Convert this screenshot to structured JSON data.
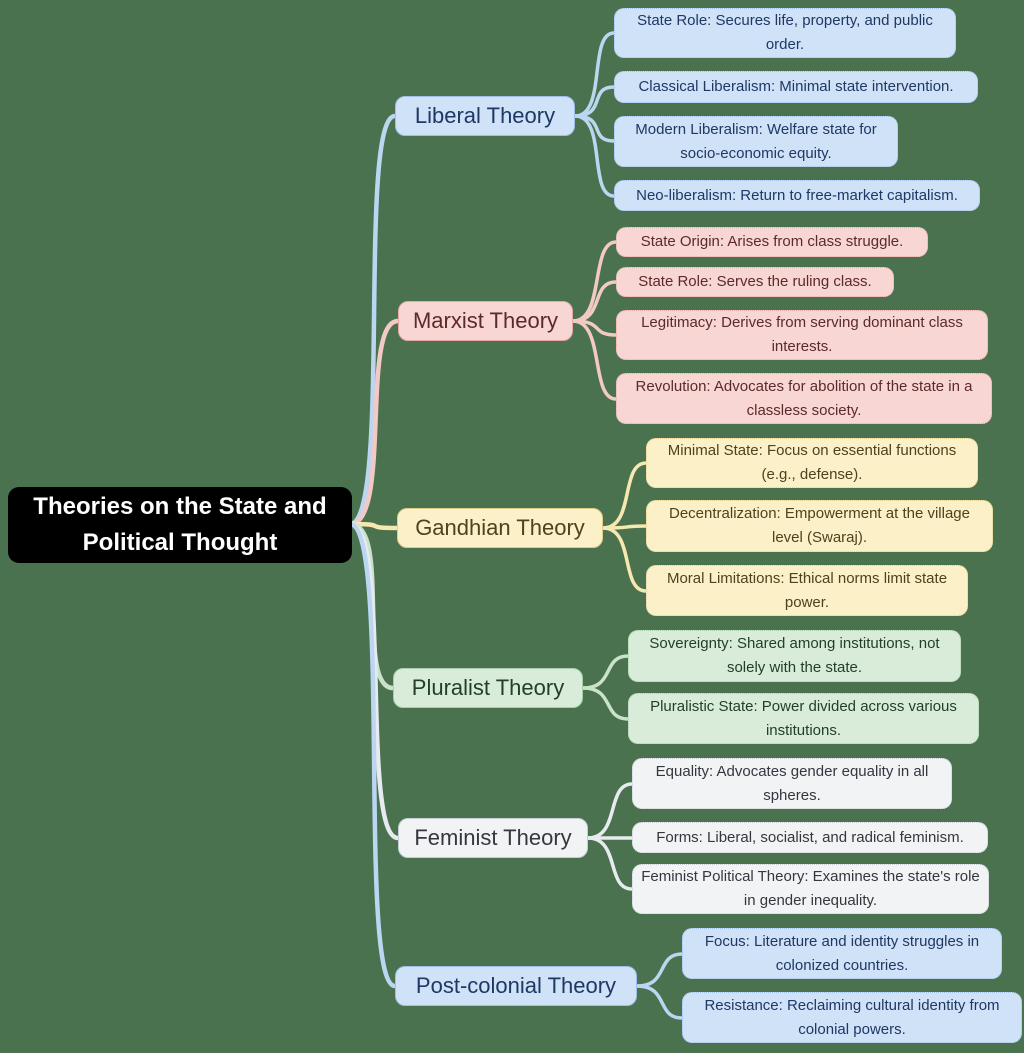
{
  "background_color": "#4a724f",
  "root": {
    "label": "Theories on the State and Political Thought",
    "fill": "#000000",
    "text_color": "#ffffff"
  },
  "branches": [
    {
      "label": "Liberal Theory",
      "fill": "#cfe2f8",
      "border": "#9dbfe8",
      "text_color": "#1f3864",
      "edge_color": "#bcd6f2",
      "children": [
        "State Role: Secures life, property, and public order.",
        "Classical Liberalism: Minimal state intervention.",
        "Modern Liberalism: Welfare state for socio-economic equity.",
        "Neo-liberalism: Return to free-market capitalism."
      ]
    },
    {
      "label": "Marxist Theory",
      "fill": "#f8d6d3",
      "border": "#e5a8a2",
      "text_color": "#5c2a2a",
      "edge_color": "#f3c9c5",
      "children": [
        "State Origin: Arises from class struggle.",
        "State Role: Serves the ruling class.",
        "Legitimacy: Derives from serving dominant class interests.",
        "Revolution: Advocates for abolition of the state in a classless society."
      ]
    },
    {
      "label": "Gandhian Theory",
      "fill": "#fbf0c7",
      "border": "#e0cd8c",
      "text_color": "#4d431c",
      "edge_color": "#f6e8b0",
      "children": [
        "Minimal State: Focus on essential functions (e.g., defense).",
        "Decentralization: Empowerment at the village level (Swaraj).",
        "Moral Limitations: Ethical norms limit state power."
      ]
    },
    {
      "label": "Pluralist Theory",
      "fill": "#d9ecd9",
      "border": "#a8cfa9",
      "text_color": "#21402a",
      "edge_color": "#c9e2c9",
      "children": [
        "Sovereignty: Shared among institutions, not solely with the state.",
        "Pluralistic State: Power divided across various institutions."
      ]
    },
    {
      "label": "Feminist Theory",
      "fill": "#f1f3f5",
      "border": "#c7ccd4",
      "text_color": "#33383f",
      "edge_color": "#e7eaee",
      "children": [
        "Equality: Advocates gender equality in all spheres.",
        "Forms: Liberal, socialist, and radical feminism.",
        "Feminist Political Theory: Examines the state's role in gender inequality."
      ]
    },
    {
      "label": "Post-colonial Theory",
      "fill": "#cfe2f8",
      "border": "#9dbfe8",
      "text_color": "#1f3864",
      "edge_color": "#bcd6f2",
      "children": [
        "Focus: Literature and identity struggles in colonized countries.",
        "Resistance: Reclaiming cultural identity from colonial powers."
      ]
    }
  ]
}
